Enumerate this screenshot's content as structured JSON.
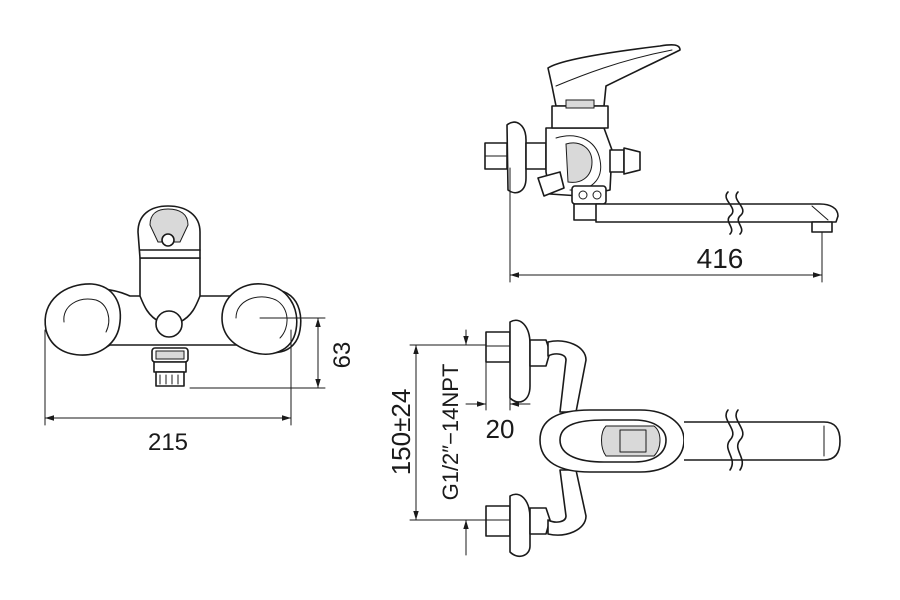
{
  "dimensions": {
    "width_front": "215",
    "height_outlet": "63",
    "spout_reach": "416",
    "thread_pitch": "20",
    "center_distance": "150±24",
    "thread": "G1/2″−14NPT"
  }
}
